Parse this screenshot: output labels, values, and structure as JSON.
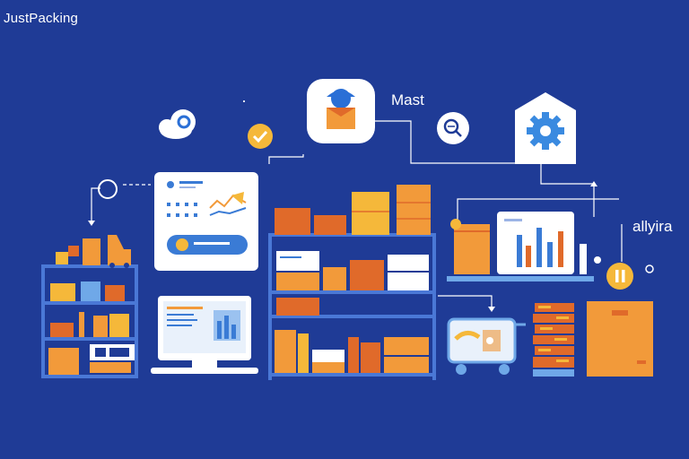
{
  "brand": {
    "name": "JustPacking"
  },
  "labels": {
    "mast": "Mast",
    "allyira": "allyira"
  },
  "colors": {
    "background": "#1f3b96",
    "orange": "#f29a3a",
    "orange_dark": "#e06a2a",
    "yellow": "#f5b83a",
    "shelf_blue": "#4a78d6",
    "card_white": "#ffffff",
    "accent_blue": "#3a7bd5"
  },
  "icons": [
    "cloud-search-icon",
    "checkmark-icon",
    "person-box-icon",
    "magnifier-icon",
    "gear-house-icon",
    "pause-icon",
    "forklift-icon",
    "delivery-cart-icon",
    "laptop-icon"
  ]
}
